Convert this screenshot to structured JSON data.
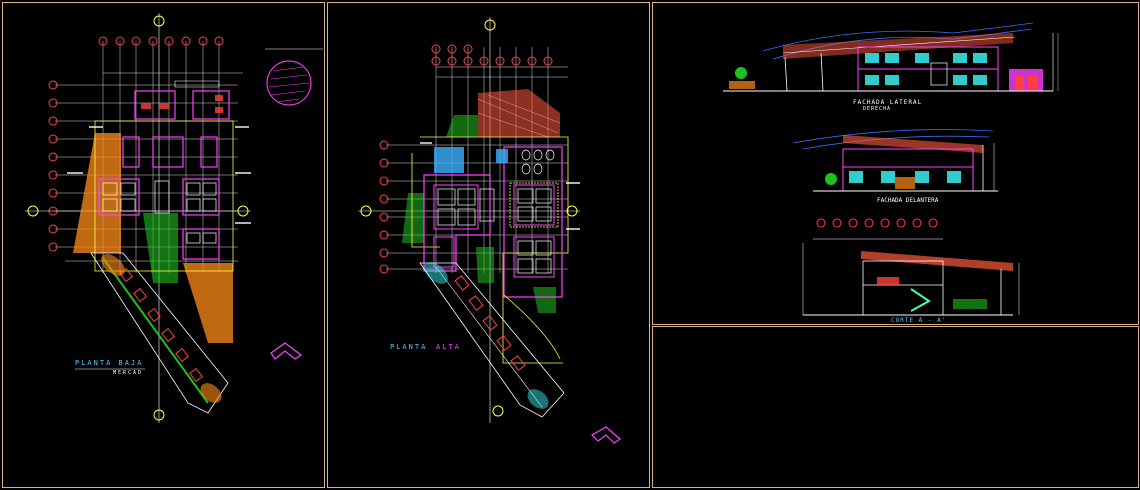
{
  "viewports": {
    "planta_baja": {
      "title": "PLANTA BAJA",
      "subtitle": "MERCAD",
      "colors": {
        "title": "#5ac8ff",
        "subtitle": "#ffffff"
      }
    },
    "planta_alta": {
      "title": "PLANTA",
      "title_suffix": "ALTA",
      "colors": {
        "title": "#5ac8ff",
        "suffix": "#ff40ff"
      }
    },
    "elevations": {
      "fachada_lateral": "FACHADA LATERAL",
      "fachada_lateral_sub": "DERECHA",
      "fachada_delantera": "FACHADA DELANTERA",
      "corte": "CORTE A - A'"
    }
  },
  "colors": {
    "background": "#000000",
    "viewport_border": "#d9b48a",
    "grid": "#ffffff",
    "axis_bubble": "#ff4040",
    "wall": "#ff40ff",
    "roof": "#ff5a3c",
    "green": "#20c020",
    "orange": "#ff8c1a",
    "yellow": "#ffff40",
    "cyan": "#40ffff",
    "blue": "#3c6cff"
  }
}
